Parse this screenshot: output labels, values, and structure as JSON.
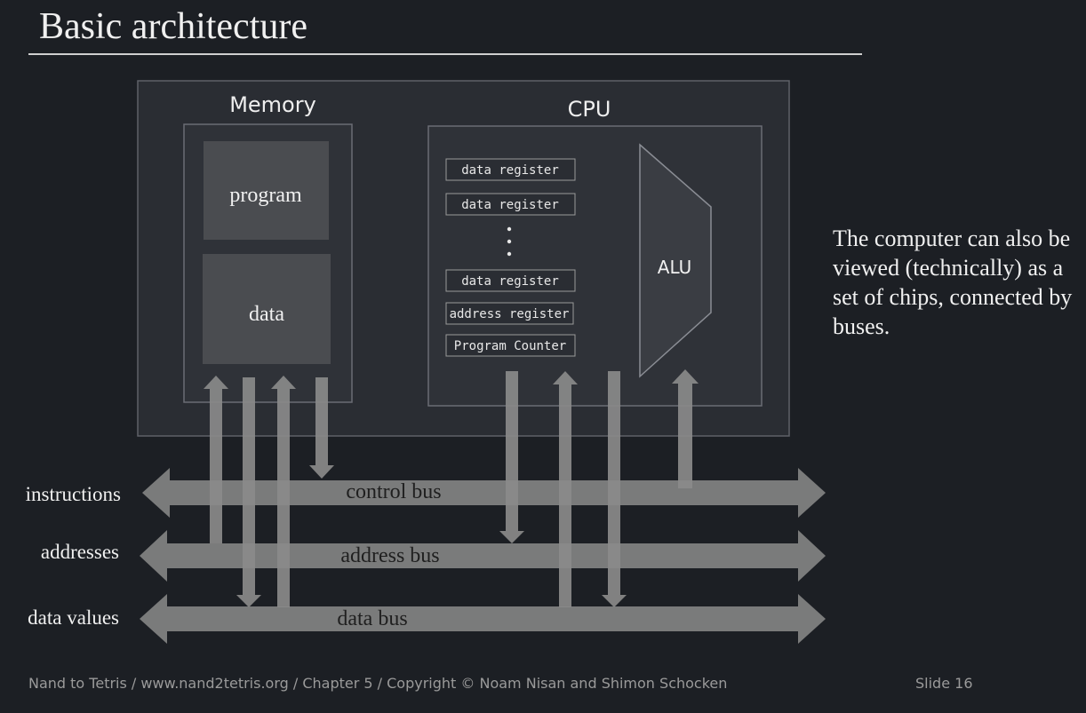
{
  "title": "Basic architecture",
  "memory": {
    "label": "Memory",
    "program_label": "program",
    "data_label": "data"
  },
  "cpu": {
    "label": "CPU",
    "registers": [
      "data register",
      "data register",
      "data register",
      "address register",
      "Program Counter"
    ],
    "ellipsis": "⋮",
    "alu_label": "ALU"
  },
  "buses": [
    {
      "side_label": "instructions",
      "label": "control bus"
    },
    {
      "side_label": "addresses",
      "label": "address bus"
    },
    {
      "side_label": "data values",
      "label": "data bus"
    }
  ],
  "side_text": "The computer can also be viewed (technically) as a set of chips, connected by buses.",
  "footer": "Nand to Tetris / www.nand2tetris.org / Chapter 5 / Copyright © Noam Nisan and Shimon Schocken",
  "slide_number": "Slide 16",
  "colors": {
    "background": "#1c1f24",
    "box_fill": "#2a2d33",
    "arrow": "#8a8a8a"
  }
}
